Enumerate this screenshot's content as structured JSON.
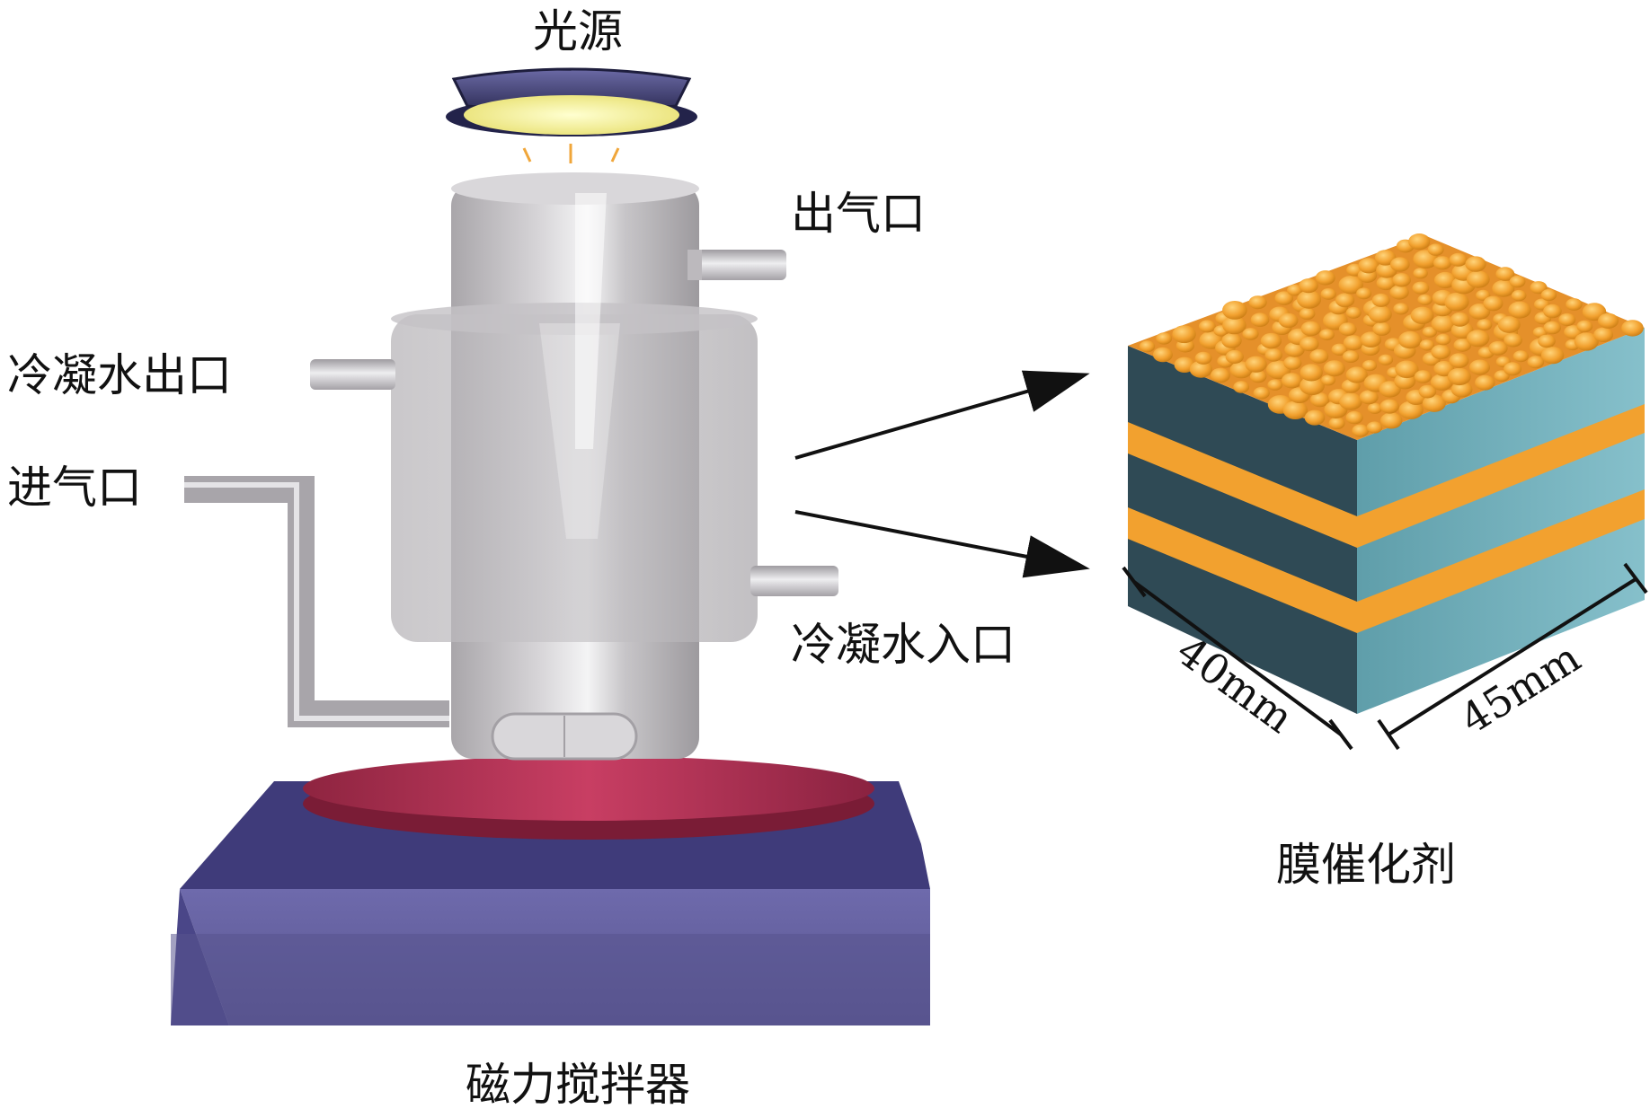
{
  "labels": {
    "light_source": "光源",
    "gas_outlet": "出气口",
    "condensate_outlet": "冷凝水出口",
    "gas_inlet": "进气口",
    "condensate_inlet": "冷凝水入口",
    "magnetic_stirrer": "磁力搅拌器",
    "membrane_catalyst": "膜催化剂",
    "dim_width": "40mm",
    "dim_depth": "45mm"
  },
  "colors": {
    "lamp_shell": "#4a4a7a",
    "lamp_glow": "#f4f08a",
    "reactor_body": "#b9b6b9",
    "stirrer_base": "#5e5a9c",
    "stirrer_plate": "#b0304f",
    "catalyst_particles": "#f2a12f",
    "membrane_layer": "#2f4a55",
    "membrane_side": "#6aa9b5",
    "arrow": "#111111"
  }
}
